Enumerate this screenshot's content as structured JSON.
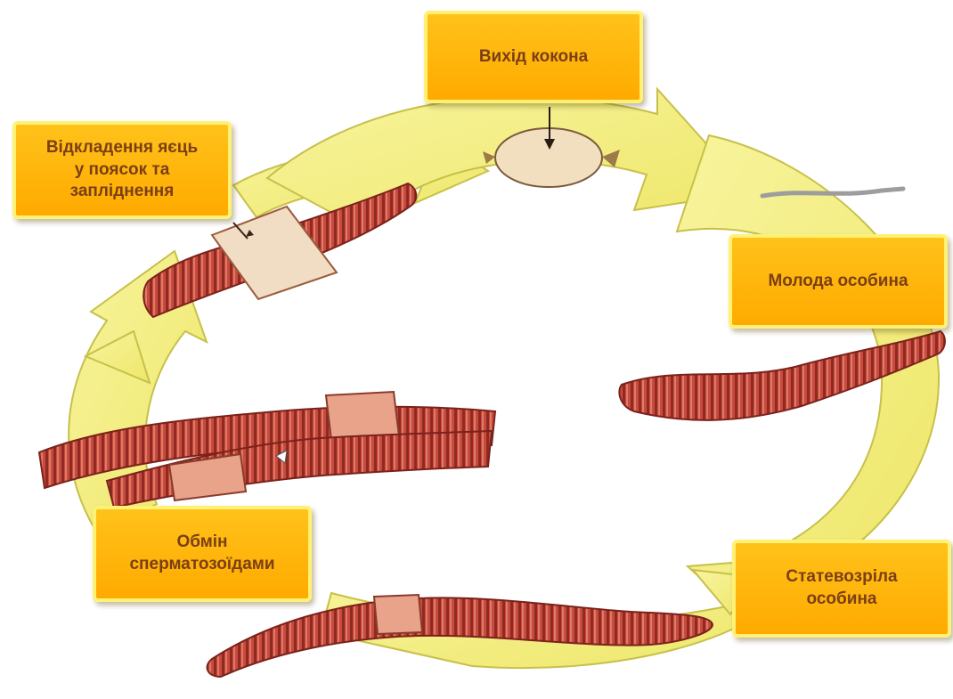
{
  "diagram": {
    "type": "life-cycle",
    "stages": {
      "egg_laying": "Відкладення яєць\nу поясок та\nзапліднення",
      "cocoon_exit": "Вихід кокона",
      "young_individual": "Молода особина",
      "mature_individual": "Статевозріла\nособина",
      "sperm_exchange": "Обмін\nсперматозоїдами"
    },
    "colors": {
      "arrow_fill": "#f6f18a",
      "label_fill": "#ffb310",
      "label_border": "#fff173",
      "label_text": "#7a3f14",
      "worm_body": "#c4473c",
      "clitellum": "#f1dcc4",
      "cocoon": "#f2dfbf"
    }
  }
}
